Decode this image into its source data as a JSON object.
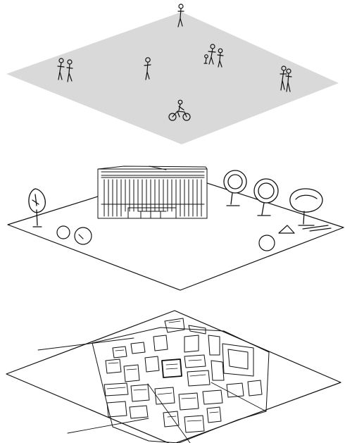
{
  "diagram": {
    "layers": [
      {
        "id": "people",
        "fill": "#d9d9d9"
      },
      {
        "id": "buildings-and-trees",
        "fill": "#ffffff"
      },
      {
        "id": "site-plan",
        "fill": "#ffffff"
      }
    ],
    "colors": {
      "stroke": "#111111",
      "background": "#ffffff"
    }
  }
}
